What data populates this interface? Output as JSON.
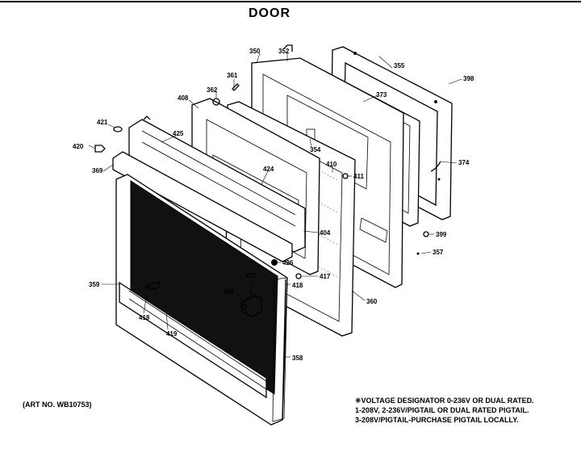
{
  "title": "DOOR",
  "art_no": "(ART NO. WB10753)",
  "note_lines": [
    "✳VOLTAGE DESIGNATOR 0-236V OR DUAL RATED.",
    "1-208V, 2-236V/PIGTAIL OR DUAL RATED PIGTAIL.",
    "3-208V/PIGTAIL-PURCHASE PIGTAIL LOCALLY."
  ],
  "part_labels": {
    "p350": "350",
    "p352": "352",
    "p355": "355",
    "p398": "398",
    "p361": "361",
    "p362": "362",
    "p408": "408",
    "p373": "373",
    "p421": "421",
    "p425": "425",
    "p354": "354",
    "p420": "420",
    "p374": "374",
    "p369": "369",
    "p424": "424",
    "p410": "410",
    "p411": "411",
    "p404": "404",
    "p399": "399",
    "p357": "357",
    "p426": "426",
    "p417": "417",
    "p359": "359",
    "p422": "422",
    "p418a": "418",
    "p360": "360",
    "p369b": "369",
    "p418b": "418",
    "p419": "419",
    "p358": "358"
  }
}
